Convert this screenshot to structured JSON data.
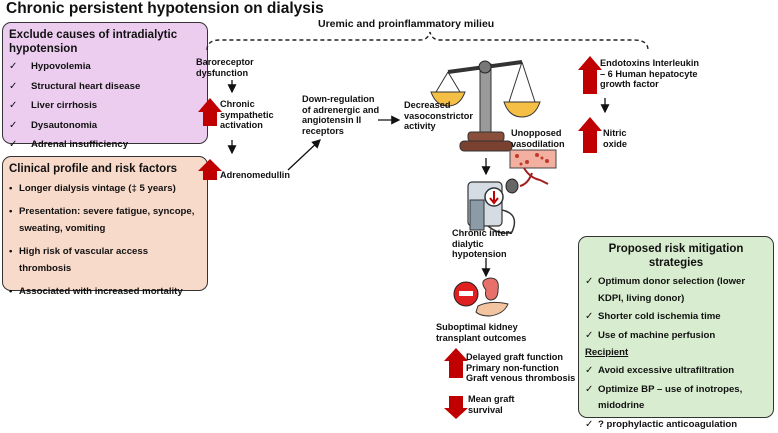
{
  "title": "Chronic persistent hypotension on dialysis",
  "exclude_box": {
    "heading": "Exclude causes of intradialytic hypotension",
    "items": [
      "Hypovolemia",
      "Structural heart disease",
      "Liver cirrhosis",
      "Dysautonomia",
      "Adrenal insufficiency"
    ]
  },
  "profile_box": {
    "heading": "Clinical profile and risk factors",
    "items": [
      "Longer dialysis vintage (‡ 5 years)",
      "Presentation: severe fatigue, syncope, sweating, vomiting",
      "High risk of vascular access thrombosis",
      "Associated with increased mortality"
    ]
  },
  "flow": {
    "milieu": "Uremic and proinflammatory milieu",
    "baroreceptor": "Baroreceptor dysfunction",
    "sympathetic": "Chronic sympathetic activation",
    "adrenomedullin": "Adrenomedullin",
    "downregulation": "Down-regulation of adrenergic and angiotensin II receptors",
    "vasoconstrictor": "Decreased vasoconstrictor activity",
    "endotoxins": "Endotoxins Interleukin – 6 Human hepatocyte growth factor",
    "nitric_oxide": "Nitric oxide",
    "vasodilation": "Unopposed vasodilation",
    "interdialytic": "Chronic inter-dialytic hypotension",
    "transplant": "Suboptimal kidney transplant outcomes",
    "graft_outcomes": [
      "Delayed graft function",
      "Primary non-function",
      "Graft venous thrombosis"
    ],
    "mean_graft": "Mean graft survival"
  },
  "risk_box": {
    "heading": "Proposed risk mitigation strategies",
    "donor_items": [
      "Optimum donor selection (lower KDPI, living donor)",
      "Shorter cold ischemia time",
      "Use of machine perfusion"
    ],
    "recipient_heading": "Recipient",
    "recipient_items": [
      "Avoid excessive ultrafiltration",
      "Optimize BP – use of inotropes, midodrine",
      "? prophylactic anticoagulation"
    ]
  },
  "colors": {
    "increase_arrow": "#c00000",
    "exclude_bg": "#eccdf0",
    "profile_bg": "#f8dacb",
    "risk_bg": "#d8edcf"
  }
}
